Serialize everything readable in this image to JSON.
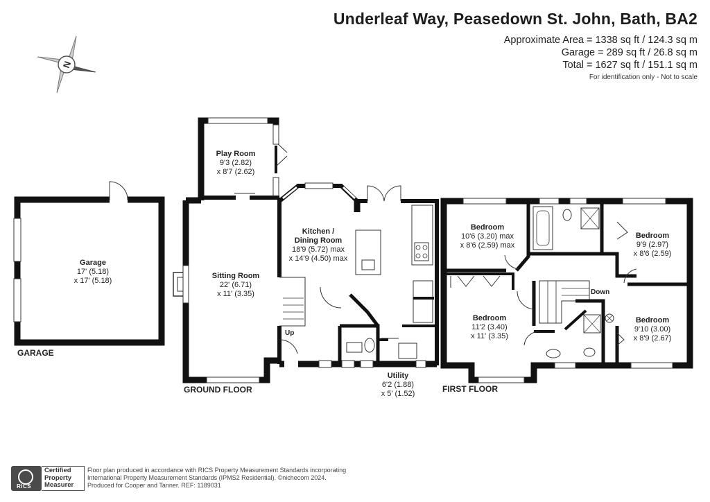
{
  "header": {
    "title": "Underleaf Way, Peasedown St. John, Bath, BA2",
    "area_lines": [
      "Approximate Area = 1338 sq ft / 124.3 sq m",
      "Garage = 289 sq ft / 26.8 sq m",
      "Total = 1627 sq ft / 151.1 sq m"
    ],
    "note": "For identification only - Not to scale"
  },
  "compass": {
    "letter": "N"
  },
  "floors": {
    "garage": "GARAGE",
    "ground": "GROUND FLOOR",
    "first": "FIRST FLOOR"
  },
  "rooms": {
    "garage": {
      "name": "Garage",
      "dim1": "17' (5.18)",
      "dim2": "x 17' (5.18)"
    },
    "play_room": {
      "name": "Play Room",
      "dim1": "9'3 (2.82)",
      "dim2": "x 8'7 (2.62)"
    },
    "sitting_room": {
      "name": "Sitting Room",
      "dim1": "22' (6.71)",
      "dim2": "x 11' (3.35)"
    },
    "kitchen": {
      "name": "Kitchen /",
      "name2": "Dining Room",
      "dim1": "18'9 (5.72) max",
      "dim2": "x 14'9 (4.50) max"
    },
    "utility": {
      "name": "Utility",
      "dim1": "6'2 (1.88)",
      "dim2": "x 5' (1.52)"
    },
    "bedroom1": {
      "name": "Bedroom",
      "dim1": "10'6 (3.20) max",
      "dim2": "x 8'6 (2.59) max"
    },
    "bedroom2": {
      "name": "Bedroom",
      "dim1": "9'9 (2.97)",
      "dim2": "x 8'6 (2.59)"
    },
    "bedroom3": {
      "name": "Bedroom",
      "dim1": "11'2 (3.40)",
      "dim2": "x 11' (3.35)"
    },
    "bedroom4": {
      "name": "Bedroom",
      "dim1": "9'10 (3.00)",
      "dim2": "x 8'9 (2.67)"
    }
  },
  "stairs": {
    "up": "Up",
    "down": "Down"
  },
  "footer": {
    "rics": "RICS",
    "certified_lines": [
      "Certified",
      "Property",
      "Measurer"
    ],
    "text": "Floor plan produced in accordance with RICS Property Measurement Standards incorporating\nInternational Property Measurement Standards (IPMS2 Residential).  ©nichecom 2024.\nProduced for Cooper and Tanner.   REF: 1189031"
  }
}
